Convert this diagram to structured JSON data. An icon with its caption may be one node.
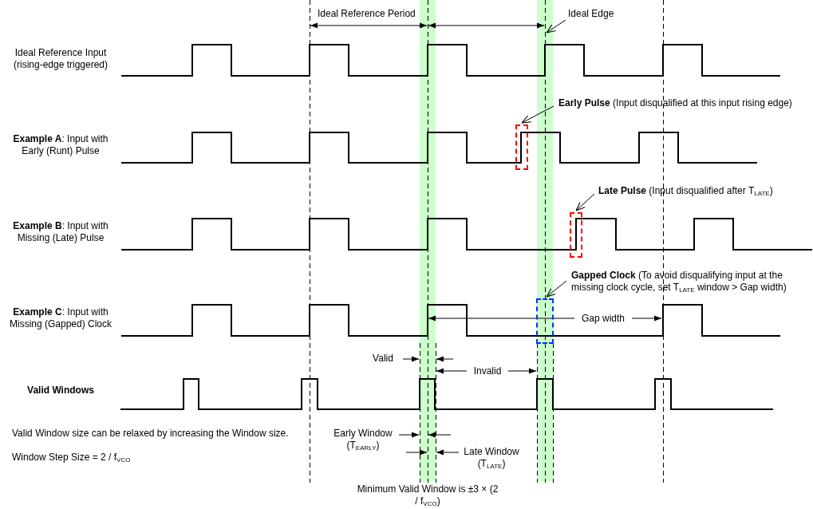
{
  "diagram": {
    "nodes": [
      {
        "text": [
          "Ideal Edge"
        ]
      },
      {
        "text": [
          "**Early Pulse** (Input disqualified at this input rising edge)"
        ]
      },
      {
        "text": [],
        "shape": "box"
      },
      {
        "text": [
          "**Late Pulse** (Input disqualified after T$_{LATE}$)"
        ]
      },
      {
        "text": [],
        "shape": "box"
      },
      {
        "text": [
          "**Gapped Clock** (To avoid disqualifying input at the missing clock cycle, set T$_{LATE}$ window > Gap width)"
        ]
      },
      {
        "text": [],
        "shape": "box"
      }
    ],
    "edges": [
      {
        "from": 0,
        "to": null,
        "arrow": "to"
      },
      {
        "from": 1,
        "to": 2,
        "arrow": "to"
      },
      {
        "from": 3,
        "to": 4,
        "arrow": "to"
      },
      {
        "from": 5,
        "to": 6,
        "arrow": "to"
      }
    ],
    "labels": [
      "Ideal Reference Period",
      "Ideal Reference Input (rising-edge triggered)",
      "**Example A**: Input with Early (Runt) Pulse",
      "**Example B**: Input with Missing (Late) Pulse",
      "**Example C**: Input with Missing (Gapped) Clock",
      "Gap width",
      "Valid",
      "Invalid",
      "Valid Windows",
      "Valid Window size can be relaxed by increasing the Window size.",
      "Early Window (T$_{EARLY}$)",
      "Window Step Size = 2 / f$_{VCO}$",
      "Late Window (T$_{LATE}$)",
      "Minimum Valid Window is ±3 × (2 / f$_{VCO}$)"
    ]
  }
}
